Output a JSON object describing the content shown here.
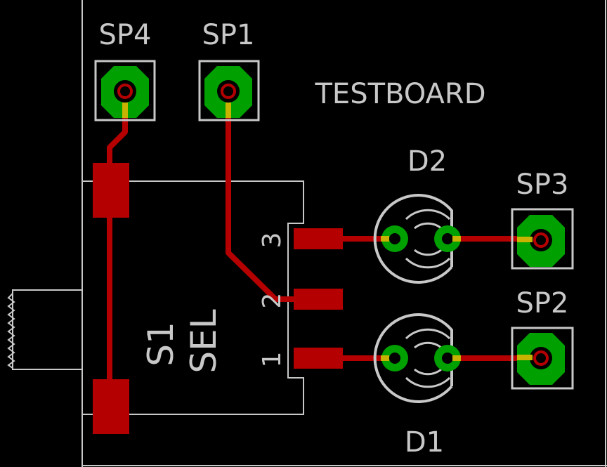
{
  "board": {
    "title": "TESTBOARD"
  },
  "pads": {
    "sp4": "SP4",
    "sp1": "SP1",
    "sp3": "SP3",
    "sp2": "SP2"
  },
  "diodes": {
    "d2": "D2",
    "d1": "D1"
  },
  "switch": {
    "name": "S1",
    "value": "SEL",
    "pins": [
      "1",
      "2",
      "3"
    ]
  },
  "colors": {
    "background": "#000000",
    "copper": "#b40000",
    "pad_ring": "#00a000",
    "outline": "#c8c8c8",
    "via_yellow": "#c8b400"
  }
}
